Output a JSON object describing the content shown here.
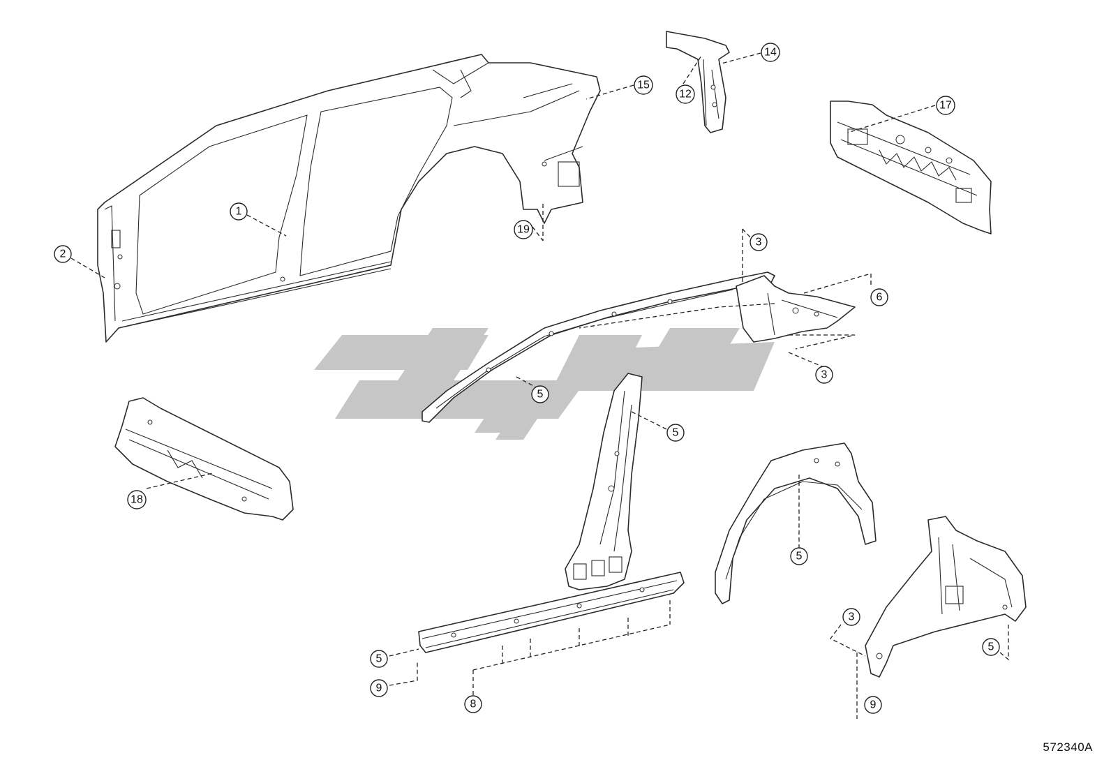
{
  "figure_code": "572340A",
  "callouts": [
    {
      "id": "c1",
      "label": "1"
    },
    {
      "id": "c2",
      "label": "2"
    },
    {
      "id": "c3a",
      "label": "3"
    },
    {
      "id": "c3b",
      "label": "3"
    },
    {
      "id": "c3c",
      "label": "3"
    },
    {
      "id": "c5a",
      "label": "5"
    },
    {
      "id": "c5b",
      "label": "5"
    },
    {
      "id": "c5c",
      "label": "5"
    },
    {
      "id": "c5d",
      "label": "5"
    },
    {
      "id": "c5e",
      "label": "5"
    },
    {
      "id": "c6",
      "label": "6"
    },
    {
      "id": "c8",
      "label": "8"
    },
    {
      "id": "c9a",
      "label": "9"
    },
    {
      "id": "c9b",
      "label": "9"
    },
    {
      "id": "c12",
      "label": "12"
    },
    {
      "id": "c14",
      "label": "14"
    },
    {
      "id": "c15",
      "label": "15"
    },
    {
      "id": "c17",
      "label": "17"
    },
    {
      "id": "c18",
      "label": "18"
    },
    {
      "id": "c19",
      "label": "19"
    }
  ]
}
